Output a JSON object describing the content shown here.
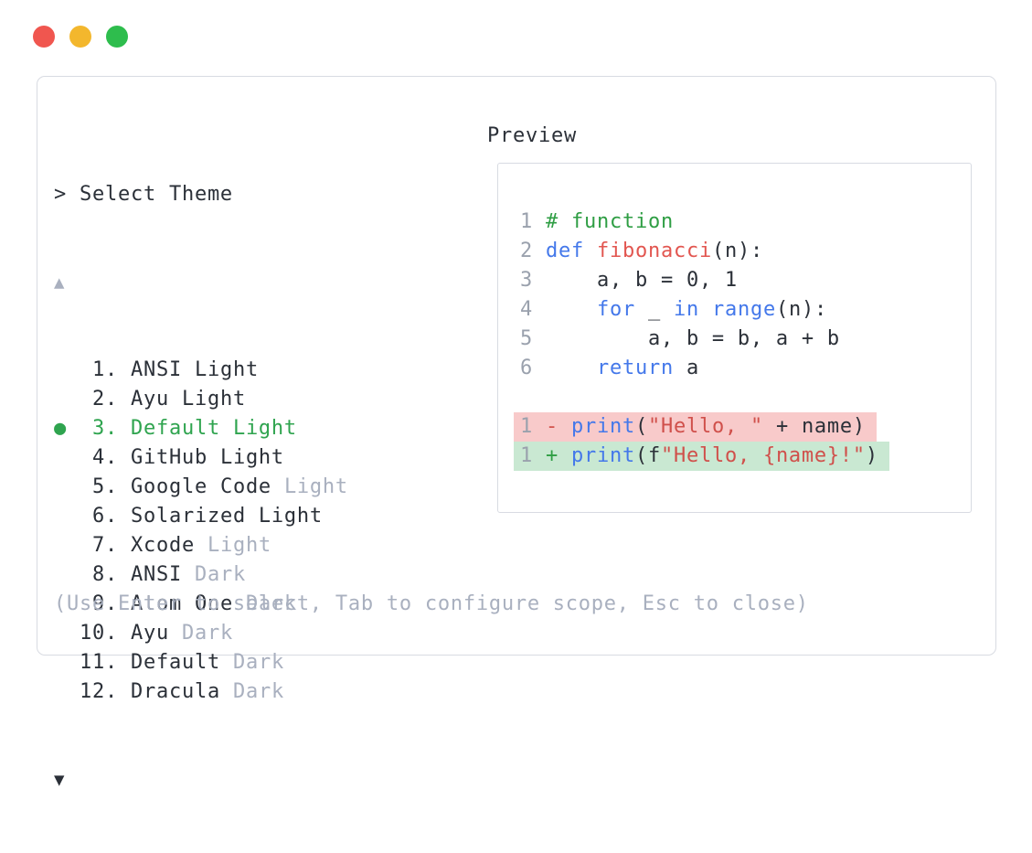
{
  "colors": {
    "accent_green": "#2fa44f",
    "text_dark": "#2b3038",
    "text_muted": "#a9b0bf",
    "border": "#d8dbe2",
    "line_number": "#9aa1ad",
    "code_keyword": "#4478ea",
    "code_function": "#e25650",
    "code_string": "#d0504b",
    "code_comment": "#2f9e44",
    "diff_removed_bg": "#f8caca",
    "diff_added_bg": "#c9e8d2",
    "diff_minus": "#d2544e",
    "diff_plus": "#2f9e44",
    "traffic_red": "#f0564f",
    "traffic_yellow": "#f3b72d",
    "traffic_green": "#2ebd4d"
  },
  "window": {
    "traffic_lights": [
      {
        "name": "close-button",
        "color": "#f0564f"
      },
      {
        "name": "minimize-button",
        "color": "#f3b72d"
      },
      {
        "name": "maximize-button",
        "color": "#2ebd4d"
      }
    ]
  },
  "theme_selector": {
    "prompt": "> Select Theme",
    "scroll_up": "▲",
    "scroll_down": "▼",
    "selected_bullet": "●",
    "footer_hint": "(Use Enter to select, Tab to configure scope, Esc to close)",
    "items": [
      {
        "number": "1.",
        "label": "ANSI Light",
        "muted_suffix": "",
        "selected": false
      },
      {
        "number": "2.",
        "label": "Ayu Light",
        "muted_suffix": "",
        "selected": false
      },
      {
        "number": "3.",
        "label": "Default Light",
        "muted_suffix": "",
        "selected": true
      },
      {
        "number": "4.",
        "label": "GitHub Light",
        "muted_suffix": "",
        "selected": false
      },
      {
        "number": "5.",
        "label": "Google Code",
        "muted_suffix": "Light",
        "selected": false
      },
      {
        "number": "6.",
        "label": "Solarized Light",
        "muted_suffix": "",
        "selected": false
      },
      {
        "number": "7.",
        "label": "Xcode",
        "muted_suffix": "Light",
        "selected": false
      },
      {
        "number": "8.",
        "label": "ANSI",
        "muted_suffix": "Dark",
        "selected": false
      },
      {
        "number": "9.",
        "label": "Atom One",
        "muted_suffix": "Dark",
        "selected": false
      },
      {
        "number": "10.",
        "label": "Ayu",
        "muted_suffix": "Dark",
        "selected": false
      },
      {
        "number": "11.",
        "label": "Default",
        "muted_suffix": "Dark",
        "selected": false
      },
      {
        "number": "12.",
        "label": "Dracula",
        "muted_suffix": "Dark",
        "selected": false
      }
    ]
  },
  "preview": {
    "title": "Preview",
    "code_lines": [
      {
        "number": "1",
        "tokens": [
          {
            "t": "# function",
            "c": "comment"
          }
        ]
      },
      {
        "number": "2",
        "tokens": [
          {
            "t": "def",
            "c": "keyword"
          },
          {
            "t": " ",
            "c": "plain"
          },
          {
            "t": "fibonacci",
            "c": "func"
          },
          {
            "t": "(n):",
            "c": "plain"
          }
        ]
      },
      {
        "number": "3",
        "tokens": [
          {
            "t": "    a, b = 0, 1",
            "c": "plain"
          }
        ]
      },
      {
        "number": "4",
        "tokens": [
          {
            "t": "    ",
            "c": "plain"
          },
          {
            "t": "for",
            "c": "keyword"
          },
          {
            "t": " _ ",
            "c": "plain"
          },
          {
            "t": "in",
            "c": "keyword"
          },
          {
            "t": " ",
            "c": "plain"
          },
          {
            "t": "range",
            "c": "keyword"
          },
          {
            "t": "(n):",
            "c": "plain"
          }
        ]
      },
      {
        "number": "5",
        "tokens": [
          {
            "t": "        a, b = b, a + b",
            "c": "plain"
          }
        ]
      },
      {
        "number": "6",
        "tokens": [
          {
            "t": "    ",
            "c": "plain"
          },
          {
            "t": "return",
            "c": "keyword"
          },
          {
            "t": " a",
            "c": "plain"
          }
        ]
      }
    ],
    "diff_lines": [
      {
        "number": "1",
        "kind": "removed",
        "tokens": [
          {
            "t": " ",
            "c": "plain"
          },
          {
            "t": "-",
            "c": "minus"
          },
          {
            "t": " ",
            "c": "plain"
          },
          {
            "t": "print",
            "c": "keyword"
          },
          {
            "t": "(",
            "c": "plain"
          },
          {
            "t": "\"Hello, \"",
            "c": "string"
          },
          {
            "t": " + name)",
            "c": "plain"
          }
        ]
      },
      {
        "number": "1",
        "kind": "added",
        "tokens": [
          {
            "t": " ",
            "c": "plain"
          },
          {
            "t": "+",
            "c": "plus"
          },
          {
            "t": " ",
            "c": "plain"
          },
          {
            "t": "print",
            "c": "keyword"
          },
          {
            "t": "(f",
            "c": "plain"
          },
          {
            "t": "\"Hello, {name}!\"",
            "c": "string"
          },
          {
            "t": ")",
            "c": "plain"
          }
        ]
      }
    ]
  }
}
